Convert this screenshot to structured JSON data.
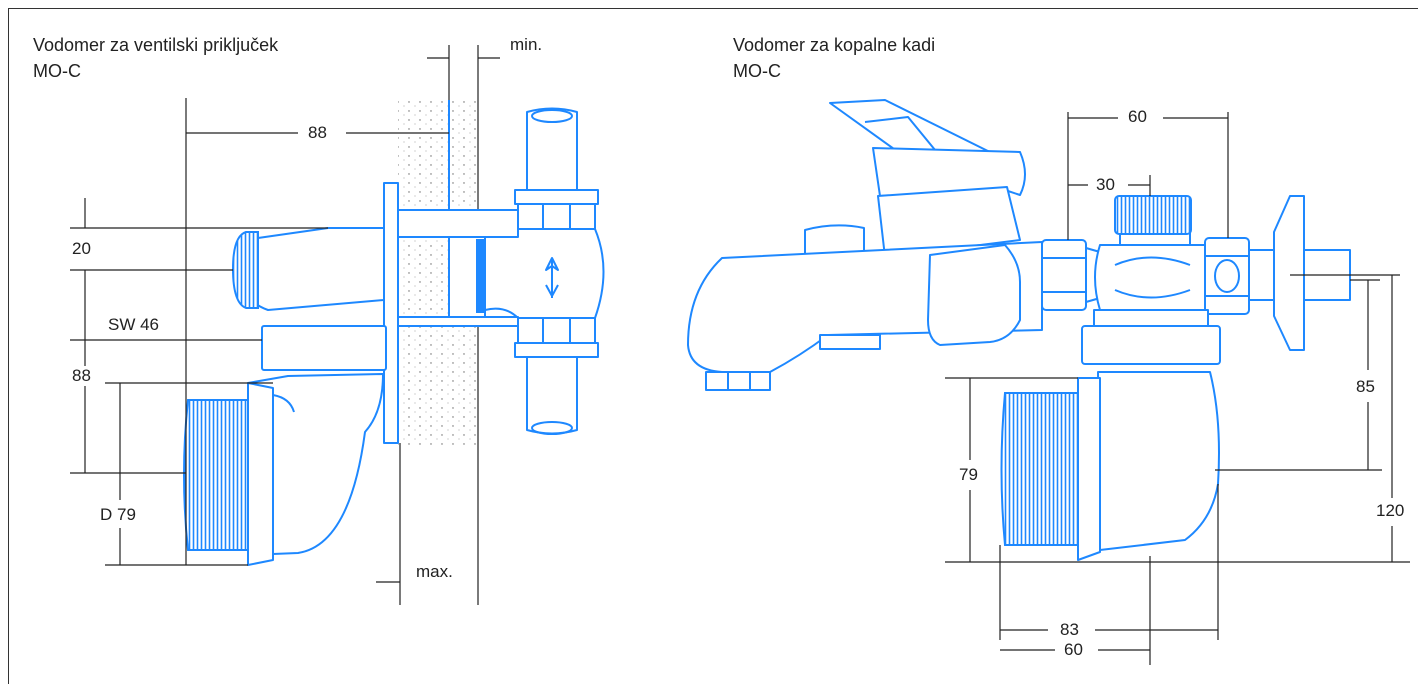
{
  "left": {
    "title_line1": "Vodomer za ventilski priključek",
    "title_line2": "MO-C",
    "dims": {
      "min": "min.",
      "max": "max.",
      "width88": "88",
      "h20": "20",
      "sw46": "SW 46",
      "h88": "88",
      "d79": "D 79"
    }
  },
  "right": {
    "title_line1": "Vodomer za kopalne kadi",
    "title_line2": "MO-C",
    "dims": {
      "w60top": "60",
      "w30": "30",
      "h85": "85",
      "h79": "79",
      "h120": "120",
      "w60bottom": "60",
      "w83": "83"
    }
  },
  "colors": {
    "outline": "#1e88ff",
    "dimension_line": "#222222"
  }
}
